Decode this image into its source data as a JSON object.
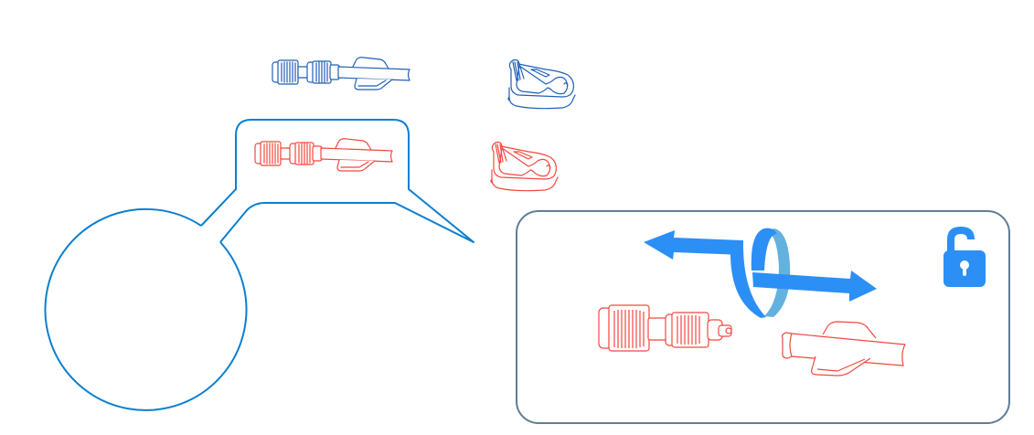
{
  "diagram": {
    "kind": "connector-disconnect-instruction",
    "colors": {
      "background": "#ffffff",
      "callout_outline": "#0a7fd0",
      "panel_outline": "#5f7d97",
      "part_blue": "#1f5fb8",
      "part_red": "#f2483f",
      "arrow_blue": "#2b8ff6",
      "arrow_blue_back": "#63b1de",
      "lock_blue": "#2b8ff6"
    },
    "icons": {
      "lock": "unlocked-padlock-icon",
      "arrow": "twist-and-pull-arrow-icon"
    },
    "parts": [
      {
        "id": "connector-assembly",
        "state": "neutral"
      },
      {
        "id": "clamp",
        "state": "neutral"
      },
      {
        "id": "connector-assembly",
        "state": "highlighted"
      },
      {
        "id": "clamp",
        "state": "highlighted"
      },
      {
        "id": "luer-cap-pair",
        "state": "separated"
      },
      {
        "id": "winged-tube",
        "state": "separated"
      }
    ]
  }
}
